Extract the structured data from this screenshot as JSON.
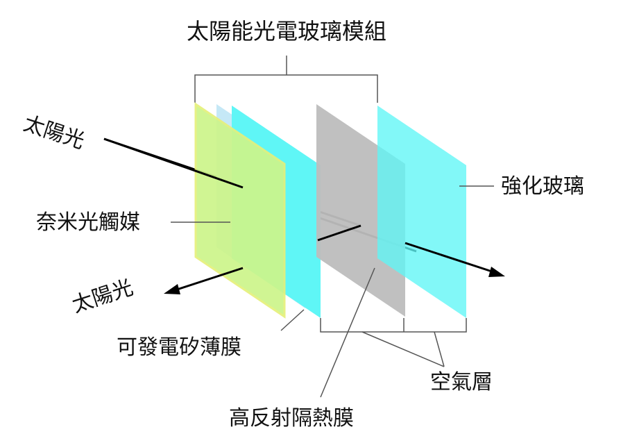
{
  "labels": {
    "module": "太陽能光電玻璃模組",
    "sunlight_in": "太陽光",
    "photocatalyst": "奈米光觸媒",
    "sunlight_reflect": "太陽光",
    "silicon_film": "可發電矽薄膜",
    "tempered_glass": "強化玻璃",
    "air_layer": "空氣層",
    "reflective_film": "高反射隔熱膜"
  },
  "colors": {
    "photocatalyst": "#cdf58a",
    "photocatalyst_edge": "#e6f07a",
    "silicon_film": "#bfe6f5",
    "glass": "#5ff6f6",
    "reflective_film": "#bdbdbd",
    "line": "#000000",
    "leader": "#555555"
  }
}
